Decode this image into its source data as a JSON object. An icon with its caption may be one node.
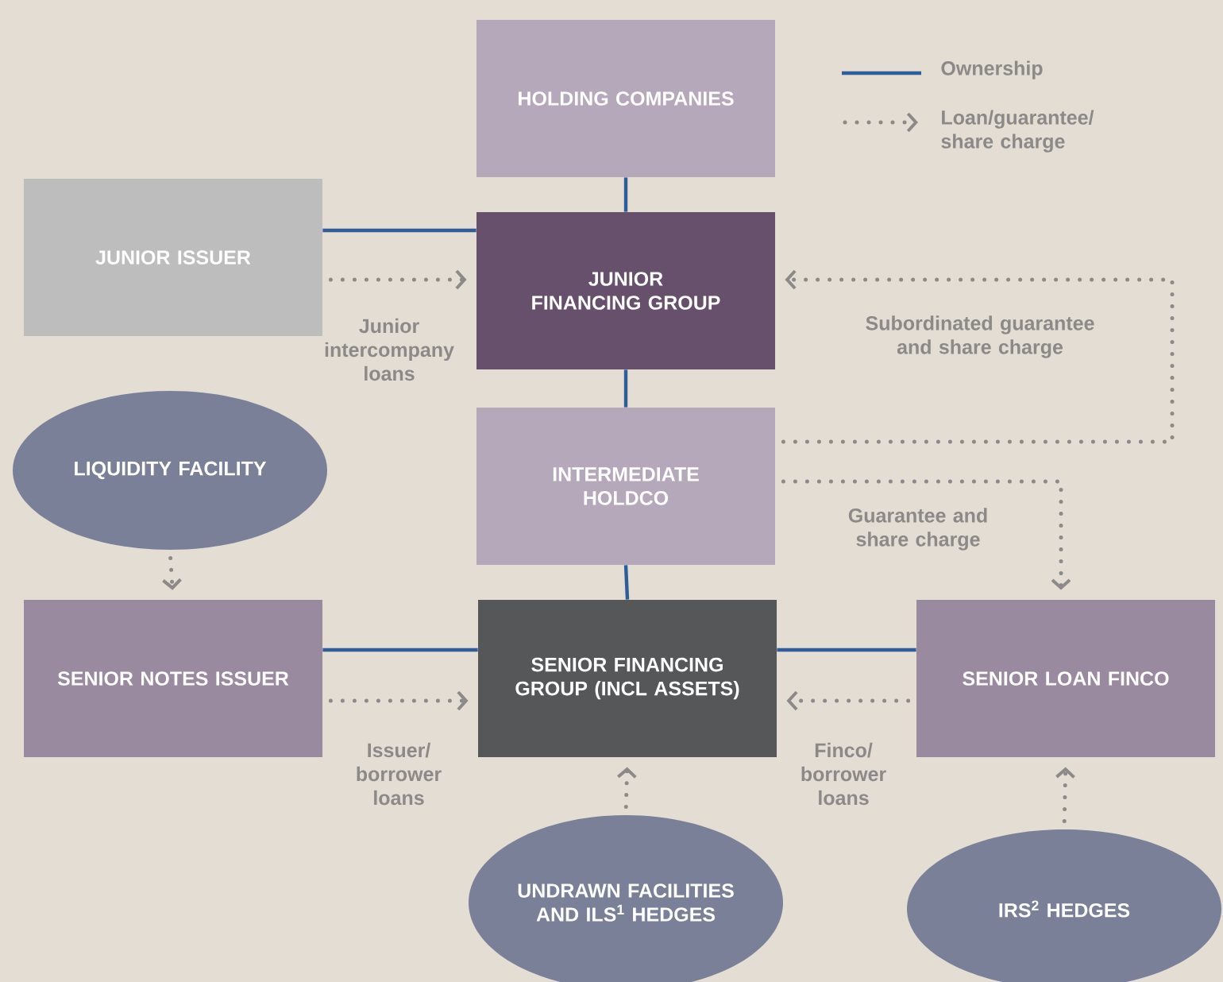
{
  "diagram": {
    "nodes": [
      {
        "text": [
          "HOLDING COMPANIES"
        ]
      },
      {
        "text": [
          "JUNIOR ISSUER"
        ]
      },
      {
        "text": [
          "JUNIOR FINANCING GROUP"
        ]
      },
      {
        "text": [
          "LIQUIDITY FACILITY"
        ]
      },
      {
        "text": [
          "INTERMEDIATE HOLDCO"
        ]
      },
      {
        "text": [
          "SENIOR NOTES ISSUER"
        ]
      },
      {
        "text": [
          "SENIOR FINANCING GROUP (INCL ASSETS)"
        ]
      },
      {
        "text": [
          "SENIOR LOAN FINCO"
        ]
      },
      {
        "text": [
          "UNDRAWN FACILITIES AND ILS$^{1}$ HEDGES"
        ]
      },
      {
        "text": [
          "IRS$^{2}$ HEDGES"
        ]
      }
    ],
    "edges": [
      {
        "from": 0,
        "to": 2,
        "arrow": "none",
        "color": "#2e5d9a"
      },
      {
        "from": 1,
        "to": 2,
        "arrow": "none",
        "color": "#2e5d9a"
      },
      {
        "from": 1,
        "to": 2,
        "arrow": "to",
        "style": "dashed",
        "label": "Junior intercompany loans"
      },
      {
        "from": 2,
        "to": 4,
        "arrow": "none",
        "color": "#2e5d9a"
      },
      {
        "from": 4,
        "to": 2,
        "arrow": "to",
        "style": "dashed",
        "label": "Subordinated guarantee and share charge"
      },
      {
        "from": 4,
        "to": 7,
        "arrow": "to",
        "style": "dashed",
        "label": "Guarantee and share charge"
      },
      {
        "from": 3,
        "to": 5,
        "arrow": "to",
        "style": "dashed"
      },
      {
        "from": 4,
        "to": 6,
        "arrow": "none",
        "color": "#2e5d9a"
      },
      {
        "from": 5,
        "to": 6,
        "arrow": "none",
        "color": "#2e5d9a"
      },
      {
        "from": 5,
        "to": 6,
        "arrow": "to",
        "style": "dashed",
        "label": "Issuer/ borrower loans"
      },
      {
        "from": 6,
        "to": 7,
        "arrow": "none",
        "color": "#2e5d9a"
      },
      {
        "from": 7,
        "to": 6,
        "arrow": "to",
        "style": "dashed",
        "label": "Finco/ borrower loans"
      },
      {
        "from": 8,
        "to": 6,
        "arrow": "to",
        "style": "dashed"
      },
      {
        "from": 9,
        "to": 7,
        "arrow": "to",
        "style": "dashed"
      }
    ],
    "legend": [
      {
        "text": "Ownership"
      },
      {
        "text": "Loan/guarantee/ share charge"
      }
    ]
  }
}
